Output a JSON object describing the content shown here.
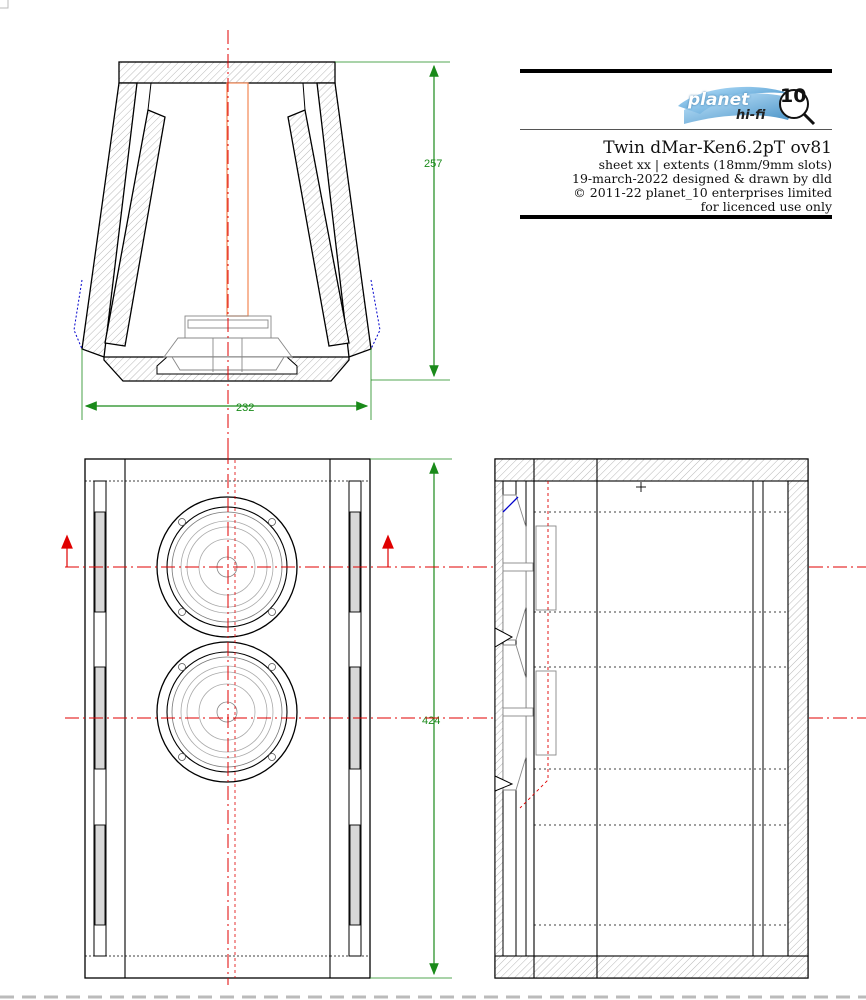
{
  "title_block": {
    "logo": {
      "word1": "planet",
      "word2": "hi-fi",
      "number": "10"
    },
    "title": "Twin dMar-Ken6.2pT  ov81",
    "lines": [
      "sheet xx | extents (18mm/9mm slots)",
      "19-march-2022 designed & drawn by dld",
      "© 2011-22 planet_10 enterprises limited",
      "for licenced use only"
    ]
  },
  "dimensions": {
    "height_top": "257",
    "width_top": "232",
    "height_front": "424"
  },
  "colors": {
    "dimension": "#1a8a1a",
    "centerline": "#e00000",
    "port": "#f39060",
    "hidden_line": "#0000cc"
  }
}
